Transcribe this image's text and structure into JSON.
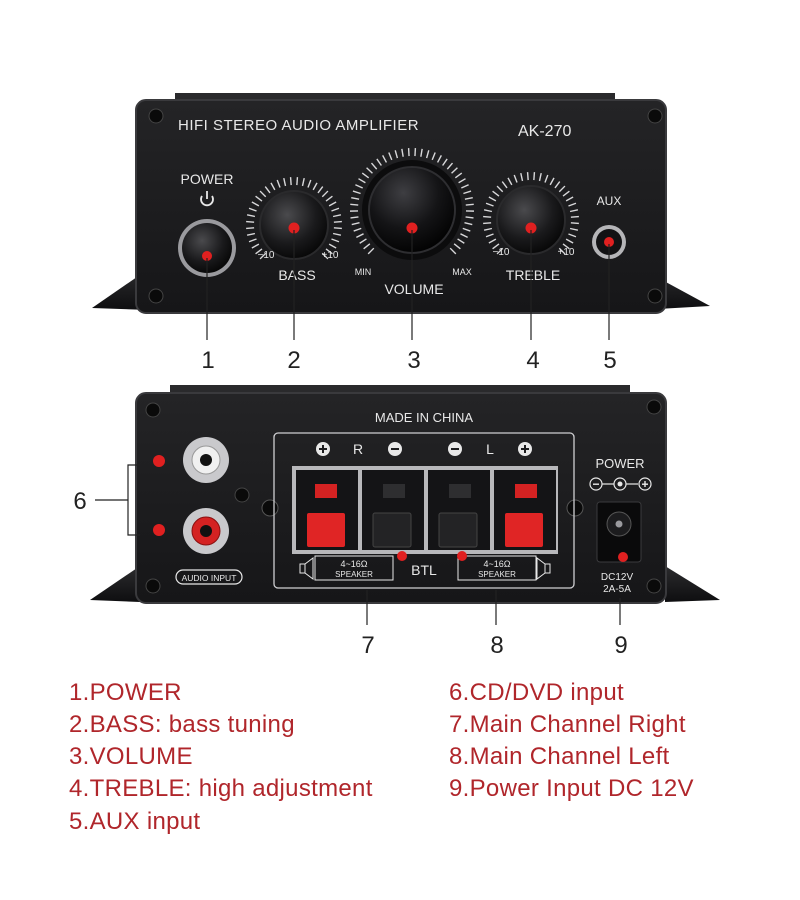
{
  "front_panel": {
    "title": "HIFI STEREO AUDIO AMPLIFIER",
    "model": "AK-270",
    "power_label": "POWER",
    "bass_label": "BASS",
    "bass_min": "−10",
    "bass_max": "+10",
    "volume_label": "VOLUME",
    "volume_min": "MIN",
    "volume_max": "MAX",
    "treble_label": "TREBLE",
    "treble_min": "−10",
    "treble_max": "+10",
    "aux_label": "AUX"
  },
  "back_panel": {
    "made_in": "MADE IN CHINA",
    "channel_r": "R",
    "channel_l": "L",
    "audio_input_label": "AUDIO INPUT",
    "impedance_left": "4~16Ω",
    "impedance_right": "4~16Ω",
    "speaker_left": "SPEAKER",
    "speaker_right": "SPEAKER",
    "btl_label": "BTL",
    "power_label": "POWER",
    "dc_line1": "DC12V",
    "dc_line2": "2A-5A"
  },
  "callouts": [
    "1",
    "2",
    "3",
    "4",
    "5",
    "6",
    "7",
    "8",
    "9"
  ],
  "legend": {
    "left": [
      "1.POWER",
      "2.BASS: bass tuning",
      "3.VOLUME",
      "4.TREBLE: high adjustment",
      "5.AUX input"
    ],
    "right": [
      "6.CD/DVD input",
      "7.Main Channel Right",
      "8.Main Channel Left",
      "9.Power Input DC 12V"
    ]
  },
  "colors": {
    "panel": "#1d1d1f",
    "panel_edge": "#333336",
    "accent_red": "#e02020",
    "legend_text": "#b0262b",
    "panel_text": "#e8e8e8"
  }
}
